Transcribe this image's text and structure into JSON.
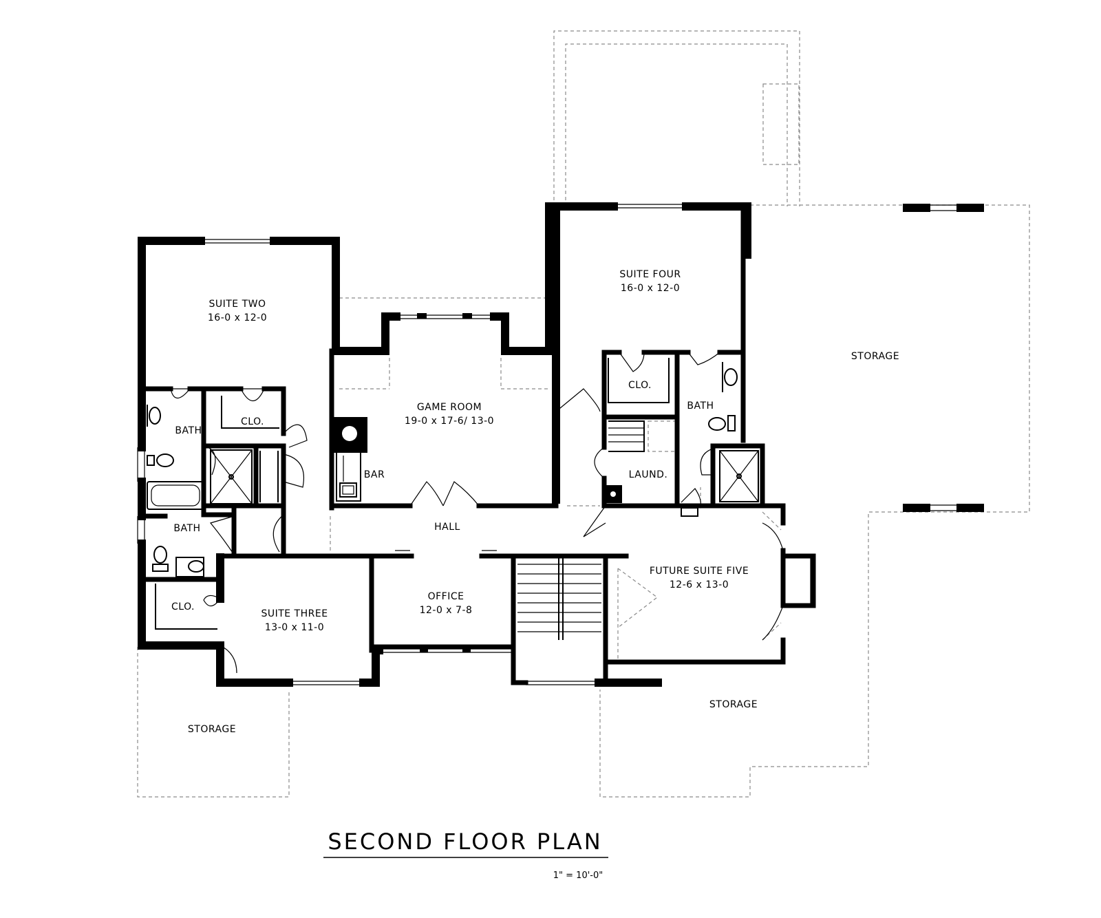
{
  "rooms": {
    "suite_two": {
      "name": "SUITE TWO",
      "dims": "16-0 x 12-0"
    },
    "suite_four": {
      "name": "SUITE FOUR",
      "dims": "16-0 x 12-0"
    },
    "storage_right": {
      "name": "STORAGE"
    },
    "game_room": {
      "name": "GAME ROOM",
      "dims": "19-0 x 17-6/ 13-0"
    },
    "bar": {
      "name": "BAR"
    },
    "bath_upper_left": {
      "name": "BATH"
    },
    "clo_upper_left": {
      "name": "CLO."
    },
    "bath_lower_left": {
      "name": "BATH"
    },
    "clo_lower_left": {
      "name": "CLO."
    },
    "clo_suite_four": {
      "name": "CLO."
    },
    "bath_suite_four": {
      "name": "BATH"
    },
    "laundry": {
      "name": "LAUND."
    },
    "hall": {
      "name": "HALL"
    },
    "office": {
      "name": "OFFICE",
      "dims": "12-0 x 7-8"
    },
    "suite_three": {
      "name": "SUITE THREE",
      "dims": "13-0 x 11-0"
    },
    "future_suite_five": {
      "name": "FUTURE SUITE FIVE",
      "dims": "12-6 x 13-0"
    },
    "storage_bottom_left": {
      "name": "STORAGE"
    },
    "storage_bottom_right": {
      "name": "STORAGE"
    }
  },
  "title": "SECOND FLOOR PLAN",
  "scale": "1\" = 10'-0\""
}
